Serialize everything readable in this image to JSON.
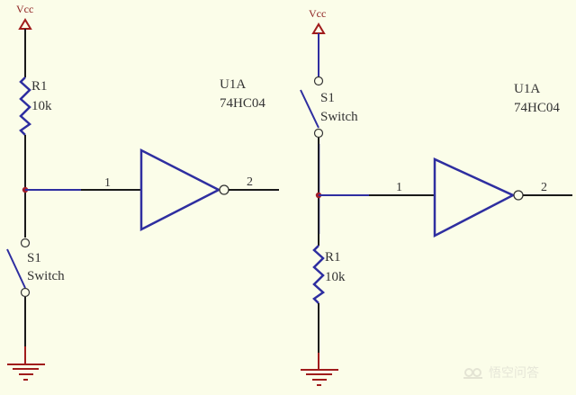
{
  "diagram": {
    "type": "circuit-schematic",
    "background": "#fbfde9",
    "colors": {
      "wire": "#1a1a1a",
      "component": "#2e2ea0",
      "power": "#a01c1c",
      "junction": "#a01c2a",
      "text": "#333333"
    },
    "circuits": [
      {
        "id": "left",
        "description": "Pull-up resistor: R1 from Vcc to input node, switch S1 from input node to ground",
        "power": {
          "label": "Vcc",
          "icon": "power-arrow-icon"
        },
        "resistor": {
          "ref": "R1",
          "value": "10k",
          "position": "top"
        },
        "switch": {
          "ref": "S1",
          "name": "Switch",
          "position": "bottom"
        },
        "ground": {
          "icon": "ground-icon"
        },
        "inverter": {
          "ref": "U1A",
          "part": "74HC04",
          "input_pin": "1",
          "output_pin": "2"
        }
      },
      {
        "id": "right",
        "description": "Pull-down resistor: switch S1 from Vcc to input node, R1 from input node to ground",
        "power": {
          "label": "Vcc",
          "icon": "power-arrow-icon"
        },
        "switch": {
          "ref": "S1",
          "name": "Switch",
          "position": "top"
        },
        "resistor": {
          "ref": "R1",
          "value": "10k",
          "position": "bottom"
        },
        "ground": {
          "icon": "ground-icon"
        },
        "inverter": {
          "ref": "U1A",
          "part": "74HC04",
          "input_pin": "1",
          "output_pin": "2"
        }
      }
    ]
  },
  "watermark": {
    "icon": "speech-bubbles-icon",
    "text": "悟空问答"
  }
}
